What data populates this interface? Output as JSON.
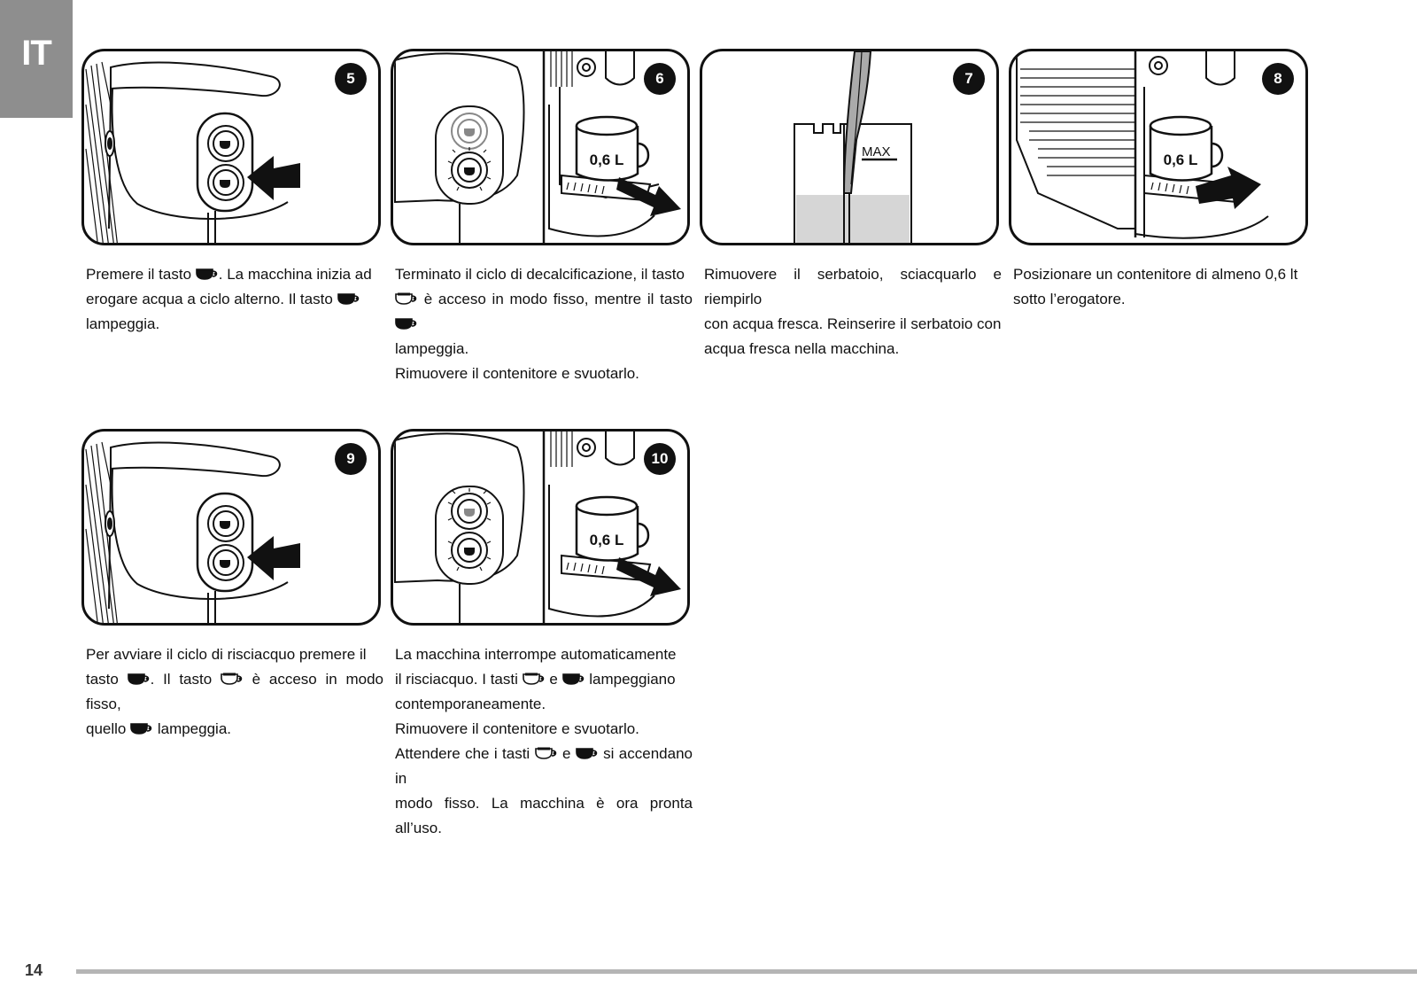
{
  "language_tab": "IT",
  "page_number": "14",
  "steps": [
    {
      "number": "5",
      "lines": [
        [
          "Premere il tasto ",
          "[cup-dark]",
          ". La macchina inizia ad"
        ],
        [
          "erogare acqua a ciclo alterno. Il tasto ",
          "[cup-dark]"
        ],
        [
          "lampeggia."
        ]
      ]
    },
    {
      "number": "6",
      "cup_label": "0,6 L",
      "lines": [
        [
          "Terminato il ciclo di decalcificazione, il tasto"
        ],
        [
          "[cup-light]",
          " è acceso in modo fisso, mentre il tasto ",
          "[cup-dark]"
        ],
        [
          "lampeggia."
        ],
        [
          "Rimuovere il contenitore e svuotarlo."
        ]
      ]
    },
    {
      "number": "7",
      "max_label": "MAX",
      "lines": [
        [
          "Rimuovere il serbatoio, sciacquarlo e riempirlo"
        ],
        [
          "con acqua fresca. Reinserire il serbatoio con"
        ],
        [
          "acqua fresca nella macchina."
        ]
      ]
    },
    {
      "number": "8",
      "cup_label": "0,6 L",
      "lines": [
        [
          "Posizionare un contenitore di almeno 0,6 lt"
        ],
        [
          "sotto l’erogatore."
        ]
      ]
    },
    {
      "number": "9",
      "lines": [
        [
          "Per avviare il ciclo di risciacquo premere il"
        ],
        [
          "tasto ",
          "[cup-dark]",
          ". Il tasto ",
          "[cup-light]",
          " è acceso in modo fisso,"
        ],
        [
          "quello ",
          "[cup-dark]",
          " lampeggia."
        ]
      ]
    },
    {
      "number": "10",
      "cup_label": "0,6 L",
      "lines": [
        [
          "La macchina interrompe automaticamente"
        ],
        [
          "il risciacquo. I tasti ",
          "[cup-light]",
          " e ",
          "[cup-dark]",
          " lampeggiano"
        ],
        [
          "contemporaneamente."
        ],
        [
          "Rimuovere il contenitore e svuotarlo."
        ],
        [
          "Attendere che i tasti ",
          "[cup-light]",
          " e ",
          "[cup-dark]",
          " si accendano in"
        ],
        [
          "modo fisso. La macchina è ora pronta all’uso."
        ]
      ]
    }
  ]
}
